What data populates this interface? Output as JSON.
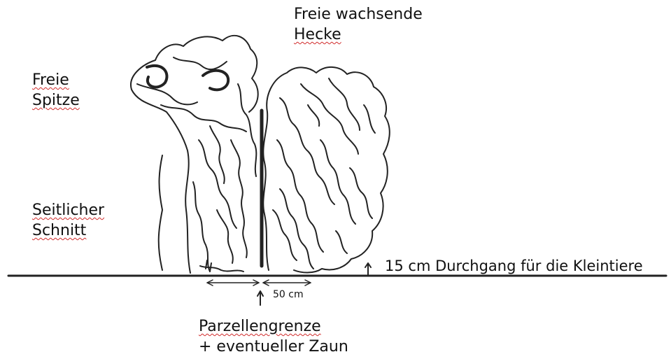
{
  "labels": {
    "hedge_line1": "Freie wachsende",
    "hedge_line2": "Hecke",
    "top_line1": "Freie",
    "top_line2": "Spitze",
    "side_line1": "Seitlicher",
    "side_line2": "Schnitt",
    "passage": "15 cm Durchgang für die Kleintiere",
    "width": "50 cm",
    "border_line1": "Parzellengrenze",
    "border_line2": "+ eventueller Zaun"
  },
  "colors": {
    "ink": "#1a1a1a",
    "spellcheck": "#d12a2a"
  }
}
